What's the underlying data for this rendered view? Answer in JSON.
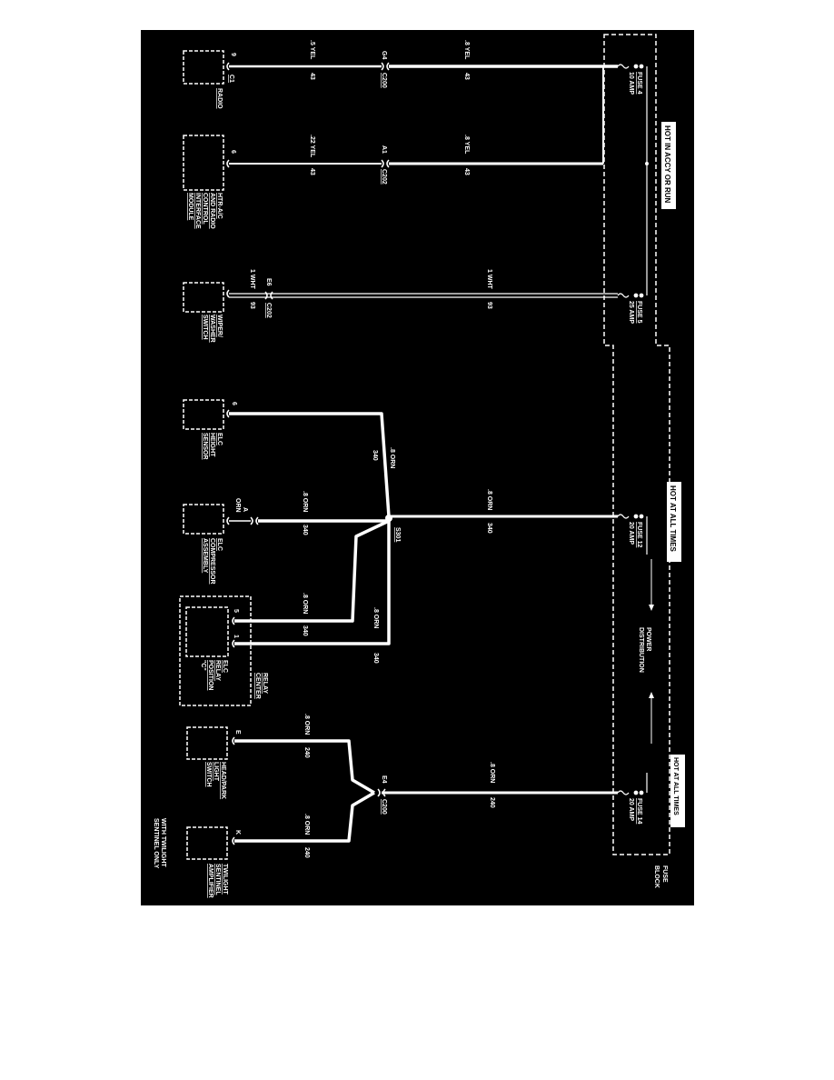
{
  "headers": {
    "hot_accy_run": "HOT IN ACCY OR RUN",
    "hot_all_times_1": "HOT AT ALL TIMES",
    "hot_all_times_2": "HOT AT ALL TIMES",
    "power_distribution": [
      "POWER",
      "DISTRIBUTION"
    ],
    "fuse_block": [
      "FUSE",
      "BLOCK"
    ]
  },
  "fuses": [
    {
      "id": "fuse4",
      "name": "FUSE 4",
      "rating": "10 AMP"
    },
    {
      "id": "fuse5",
      "name": "FUSE 5",
      "rating": "25 AMP"
    },
    {
      "id": "fuse12",
      "name": "FUSE 12",
      "rating": "20 AMP"
    },
    {
      "id": "fuse14",
      "name": "FUSE 14",
      "rating": "20 AMP"
    }
  ],
  "components": {
    "radio": {
      "label": [
        "RADIO"
      ],
      "connector": "C1",
      "pin": "9"
    },
    "htr": {
      "label": [
        "HTR-A/C",
        "AND RADIO",
        "CONTROL",
        "INTERFACE",
        "MODULE"
      ],
      "pin": "6"
    },
    "wiper": {
      "label": [
        "WIPER/",
        "WASHER",
        "SWITCH"
      ],
      "wire_top": "1 WHT",
      "wire_bot": "93"
    },
    "elc_height": {
      "label": [
        "ELC",
        "HEIGHT",
        "SENSOR"
      ],
      "pin": "6"
    },
    "elc_comp": {
      "label": [
        "ELC",
        "COMPRESSOR",
        "ASSEMBLY"
      ],
      "pin": "A",
      "wire": "ORN"
    },
    "elc_relay": {
      "label": [
        "ELC",
        "RELAY",
        "POSITION",
        "\"C\""
      ],
      "pin_a": "5",
      "pin_b": "1"
    },
    "relay_center": {
      "label": [
        "RELAY",
        "CENTER"
      ]
    },
    "headpark": {
      "label": [
        "HEAD/PARK",
        "LIGHT",
        "SWITCH"
      ],
      "pin": "E"
    },
    "twilight": {
      "label": [
        "TWILIGHT",
        "SENTINEL",
        "AMPLIFIER"
      ],
      "pin": "K"
    },
    "twilight_note": [
      "WITH TWILIGHT",
      "SENTINEL ONLY"
    ]
  },
  "connectors": {
    "g4": {
      "pin": "G4",
      "name": "C200"
    },
    "a1": {
      "pin": "A1",
      "name": "C202"
    },
    "e6": {
      "pin": "E6",
      "name": "C202"
    },
    "e4": {
      "pin": "E4",
      "name": "C200"
    },
    "s301": "S301"
  },
  "wires": {
    "radio_right": {
      "top": ".8 YEL",
      "bot": "43"
    },
    "radio_left": {
      "top": ".5 YEL",
      "bot": "43"
    },
    "htr_right": {
      "top": ".8 YEL",
      "bot": "43"
    },
    "htr_left": {
      "top": ".22 YEL",
      "bot": "43"
    },
    "wiper_main": {
      "top": "1 WHT",
      "bot": "93"
    },
    "fuse12_main": {
      "top": ".8 ORN",
      "bot": "340"
    },
    "to_height": {
      "top": ".8 ORN",
      "bot": "340"
    },
    "to_comp": {
      "top": ".8 ORN",
      "bot": "340"
    },
    "to_relay5": {
      "top": ".8 ORN",
      "bot": "340"
    },
    "to_relay1": {
      "top": ".8 ORN",
      "bot": "340"
    },
    "fuse14_main": {
      "top": ".8 ORN",
      "bot": "240"
    },
    "to_headpark": {
      "top": ".8 ORN",
      "bot": "240"
    },
    "to_twilight": {
      "top": ".8 ORN",
      "bot": "240"
    }
  }
}
